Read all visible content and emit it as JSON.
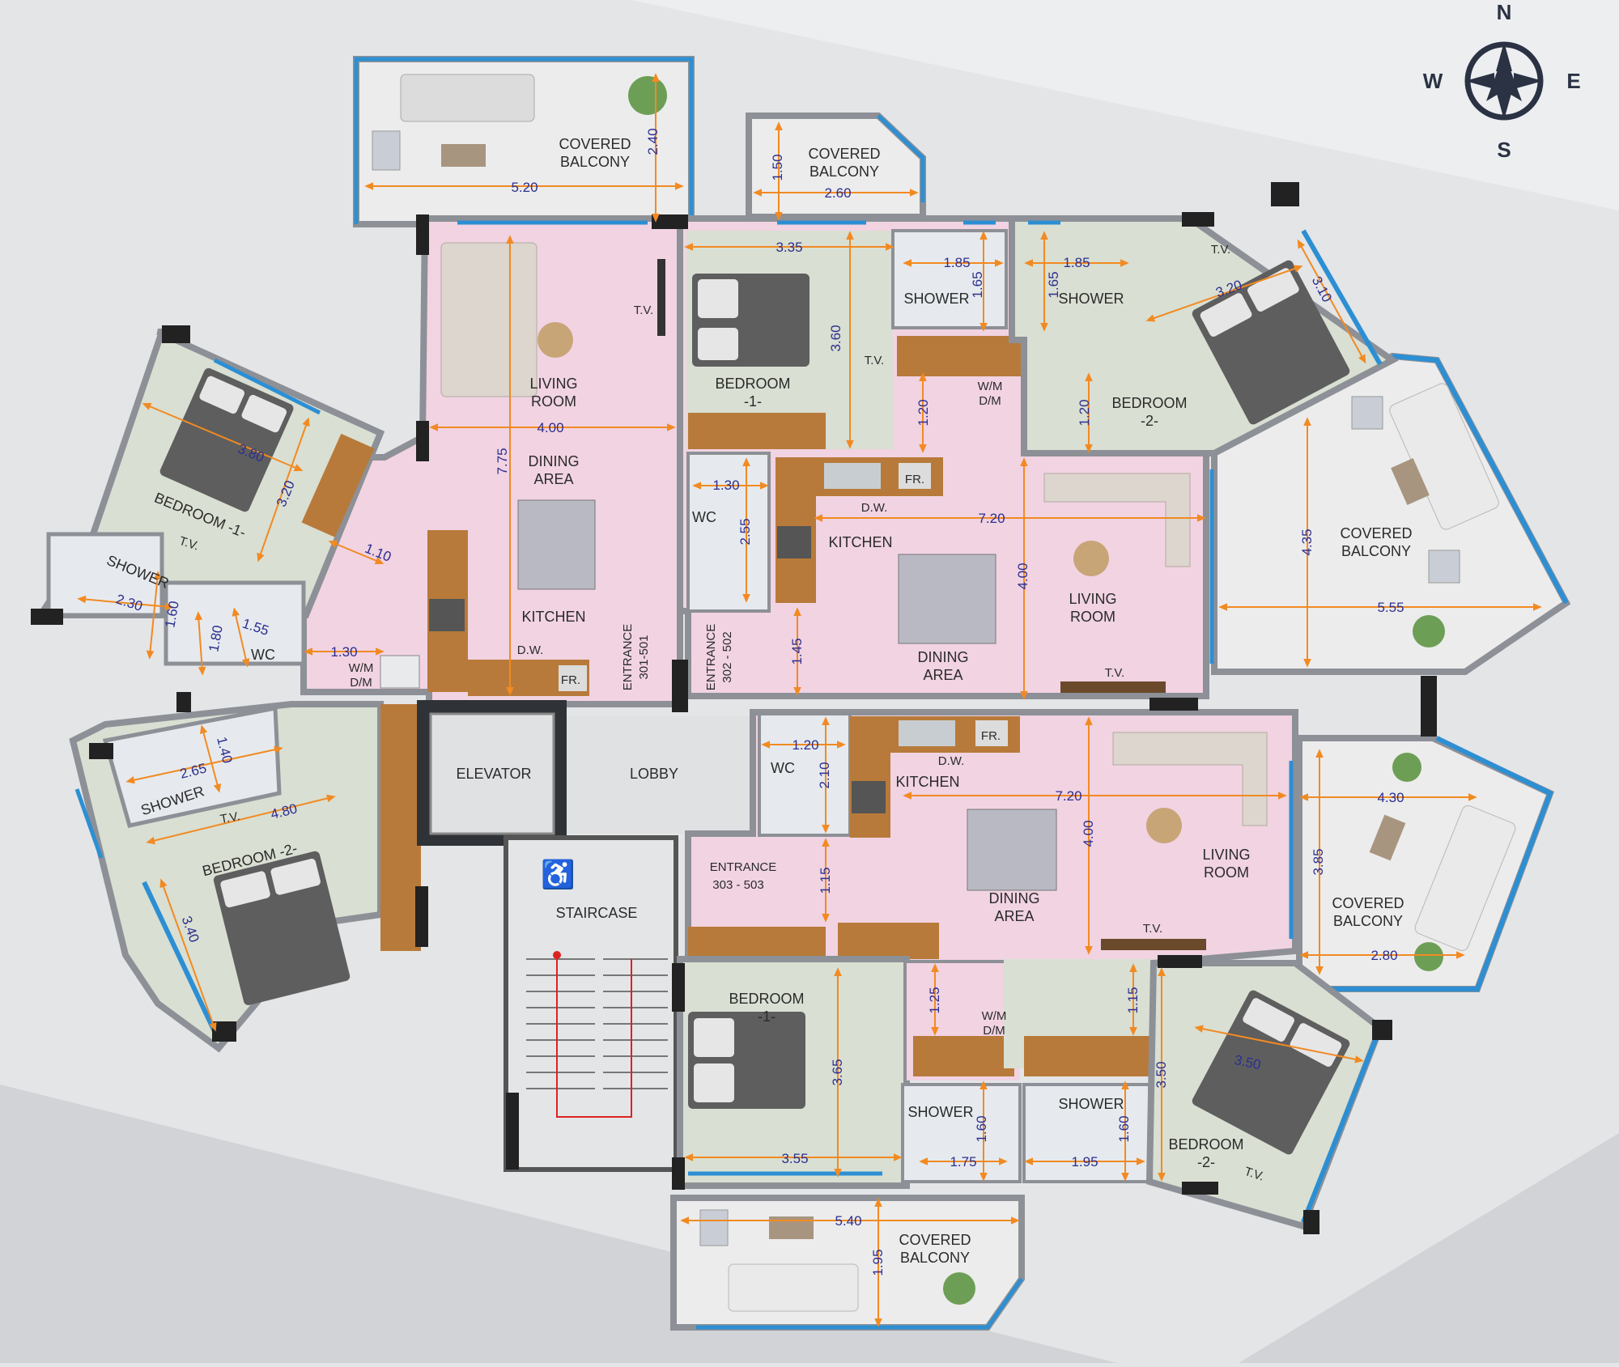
{
  "compass": {
    "n": "N",
    "s": "S",
    "e": "E",
    "w": "W"
  },
  "colors": {
    "background": "#e4e5e7",
    "pink_floor": "#f1d3e2",
    "bedroom_floor": "#d9dfd2",
    "balcony_floor": "#ececec",
    "wall": "#8d9096",
    "glass": "#2d8fd3",
    "dimension": "#f28a22",
    "dimension_text": "#2c2f8f"
  },
  "labels": {
    "bal_top_left": [
      "COVERED",
      "BALCONY"
    ],
    "bal_top_mid": [
      "COVERED",
      "BALCONY"
    ],
    "bal_right_upper": [
      "COVERED",
      "BALCONY"
    ],
    "bal_right_lower": [
      "COVERED",
      "BALCONY"
    ],
    "bal_bottom": [
      "COVERED",
      "BALCONY"
    ],
    "living_tl": [
      "LIVING",
      "ROOM"
    ],
    "dining_tl": [
      "DINING",
      "AREA"
    ],
    "kitchen_tl": "KITCHEN",
    "tv_tl": "T.V.",
    "dw_tl": "D.W.",
    "fr_tl": "FR.",
    "wmdm_tl": [
      "W/M",
      "D/M"
    ],
    "entrance_301": [
      "ENTRANCE",
      "301-501"
    ],
    "entrance_302": [
      "ENTRANCE",
      "302 - 502"
    ],
    "entrance_303": [
      "ENTRANCE",
      "303 - 503"
    ],
    "bedroom1_left": "BEDROOM -1-",
    "shower_left": "SHOWER",
    "wc_left": "WC",
    "tv_left_bed1": "T.V.",
    "bedroom2_left": "BEDROOM -2-",
    "shower_left2": "SHOWER",
    "tv_left_bed2": "T.V.",
    "elevator": "ELEVATOR",
    "lobby": "LOBBY",
    "staircase": "STAIRCASE",
    "bedroom1_top": [
      "BEDROOM",
      "-1-"
    ],
    "tv_top_bed1": "T.V.",
    "shower_top_a": "SHOWER",
    "shower_top_b": "SHOWER",
    "wmdm_tr": [
      "W/M",
      "D/M"
    ],
    "bedroom2_top": [
      "BEDROOM",
      "-2-"
    ],
    "tv_top_bed2": "T.V.",
    "wc_tr": "WC",
    "kitchen_tr": "KITCHEN",
    "dw_tr": "D.W.",
    "fr_tr": "FR.",
    "dining_tr": [
      "DINING",
      "AREA"
    ],
    "living_tr": [
      "LIVING",
      "ROOM"
    ],
    "tv_tr": "T.V.",
    "wc_br": "WC",
    "kitchen_br": "KITCHEN",
    "dw_br": "D.W.",
    "fr_br": "FR.",
    "dining_br": [
      "DINING",
      "AREA"
    ],
    "living_br": [
      "LIVING",
      "ROOM"
    ],
    "tv_br": "T.V.",
    "bedroom1_bottom": [
      "BEDROOM",
      "-1-"
    ],
    "shower_bottom_a": "SHOWER",
    "shower_bottom_b": "SHOWER",
    "wmdm_br": [
      "W/M",
      "D/M"
    ],
    "bedroom2_bottom": [
      "BEDROOM",
      "-2-"
    ],
    "tv_bottom_bed2": "T.V."
  },
  "dimensions": {
    "bal_tl_w": "5.20",
    "bal_tl_h": "2.40",
    "bal_tm_w": "2.60",
    "bal_tm_h": "1.50",
    "living_tl_w": "4.00",
    "living_tl_h": "7.75",
    "bed1l_w": "3.80",
    "bed1l_h": "3.20",
    "corr_l": "1.10",
    "shower_l_w": "2.30",
    "shower_l_h": "1.60",
    "wc_l_w": "1.55",
    "wc_l_h": "1.80",
    "wm_l": "1.30",
    "shower_l2_w": "2.65",
    "shower_l2_h": "1.40",
    "bed2l_w": "4.80",
    "bed2l_h": "3.40",
    "bed1t_w": "3.35",
    "bed1t_h": "3.60",
    "shower_ta_w": "1.85",
    "shower_ta_h": "1.65",
    "shower_tb_w": "1.85",
    "shower_tb_h": "1.65",
    "corr_t1": "1.20",
    "corr_t2": "1.20",
    "bed2t_w": "3.20",
    "bed2t_h": "3.10",
    "wc_tr_w": "1.30",
    "wc_tr_h": "2.55",
    "living_tr_w": "7.20",
    "living_tr_h": "4.00",
    "corr_tr": "1.45",
    "bal_ru_h": "4.35",
    "bal_ru_w": "5.55",
    "wc_br_w": "1.20",
    "wc_br_h": "2.10",
    "living_br_w": "7.20",
    "living_br_h": "4.00",
    "corr_br": "1.15",
    "bal_rl_w": "4.30",
    "bal_rl_h": "3.85",
    "bal_rl_w2": "2.80",
    "bed1b_h": "3.65",
    "bed1b_w": "3.55",
    "corr_b1": "1.25",
    "corr_b2": "1.15",
    "shower_ba_w": "1.75",
    "shower_ba_h": "1.60",
    "shower_bb_w": "1.95",
    "shower_bb_h": "1.60",
    "bed2b_h": "3.50",
    "bed2b_w": "3.50",
    "bal_b_w": "5.40",
    "bal_b_h": "1.95"
  }
}
